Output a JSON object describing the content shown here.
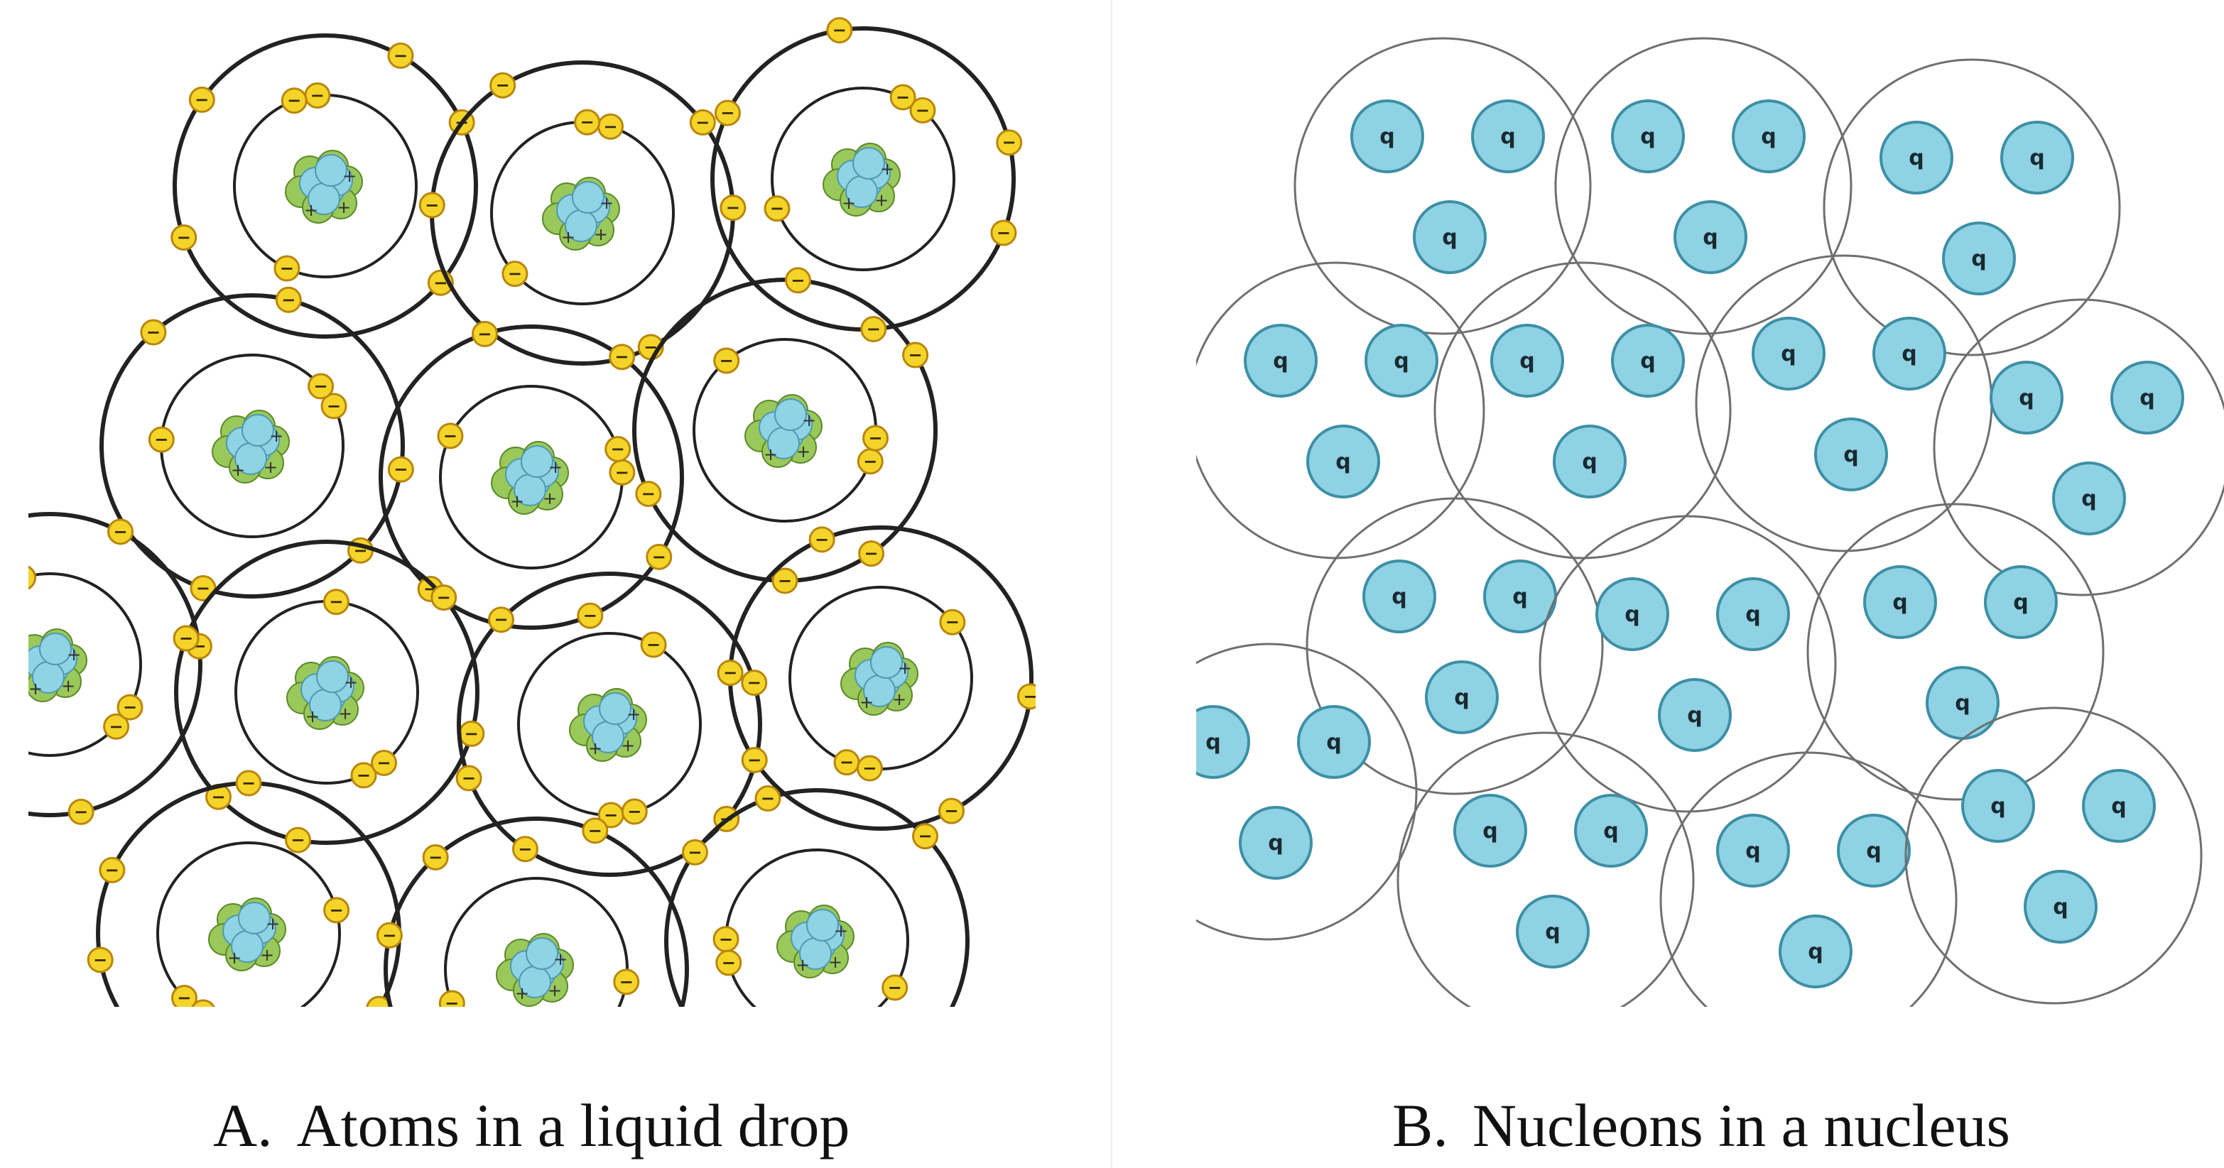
{
  "panels": [
    {
      "letter": "A.",
      "caption": "Atoms in a liquid drop"
    },
    {
      "letter": "B.",
      "caption": "Nucleons in a nucleus"
    }
  ],
  "symbols": {
    "electron": "−",
    "nucleon": "q",
    "proton": "+"
  },
  "colors": {
    "electron_fill": "#f5d42a",
    "electron_stroke": "#b8860b",
    "nucleus_blue": "#8fd3e4",
    "nucleus_green": "#9ac85a",
    "nucleon_fill": "#8ed2e4",
    "nucleon_stroke": "#3d8fa5",
    "orbit_stroke": "#222222",
    "boundary_stroke": "#6f6f6f"
  }
}
